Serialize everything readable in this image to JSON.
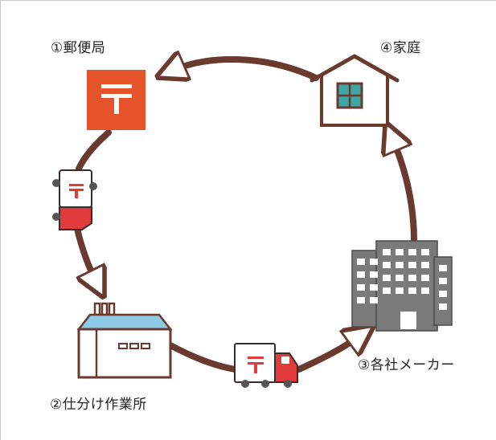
{
  "nodes": {
    "post_office": {
      "label": "①郵便局"
    },
    "sorting_center": {
      "label": "②仕分け作業所"
    },
    "manufacturers": {
      "label": "③各社メーカー"
    },
    "home": {
      "label": "④家庭"
    }
  },
  "colors": {
    "arrow": "#6b3a2e",
    "post_office": "#e4532a",
    "truck_red": "#e23b3b",
    "building": "#7a7a7a",
    "window_teal": "#3fa6a6",
    "roof_blue": "#8ec9e6"
  },
  "icons": [
    "post-office-icon",
    "mail-truck-icon",
    "factory-icon",
    "delivery-truck-icon",
    "office-building-icon",
    "house-icon"
  ]
}
